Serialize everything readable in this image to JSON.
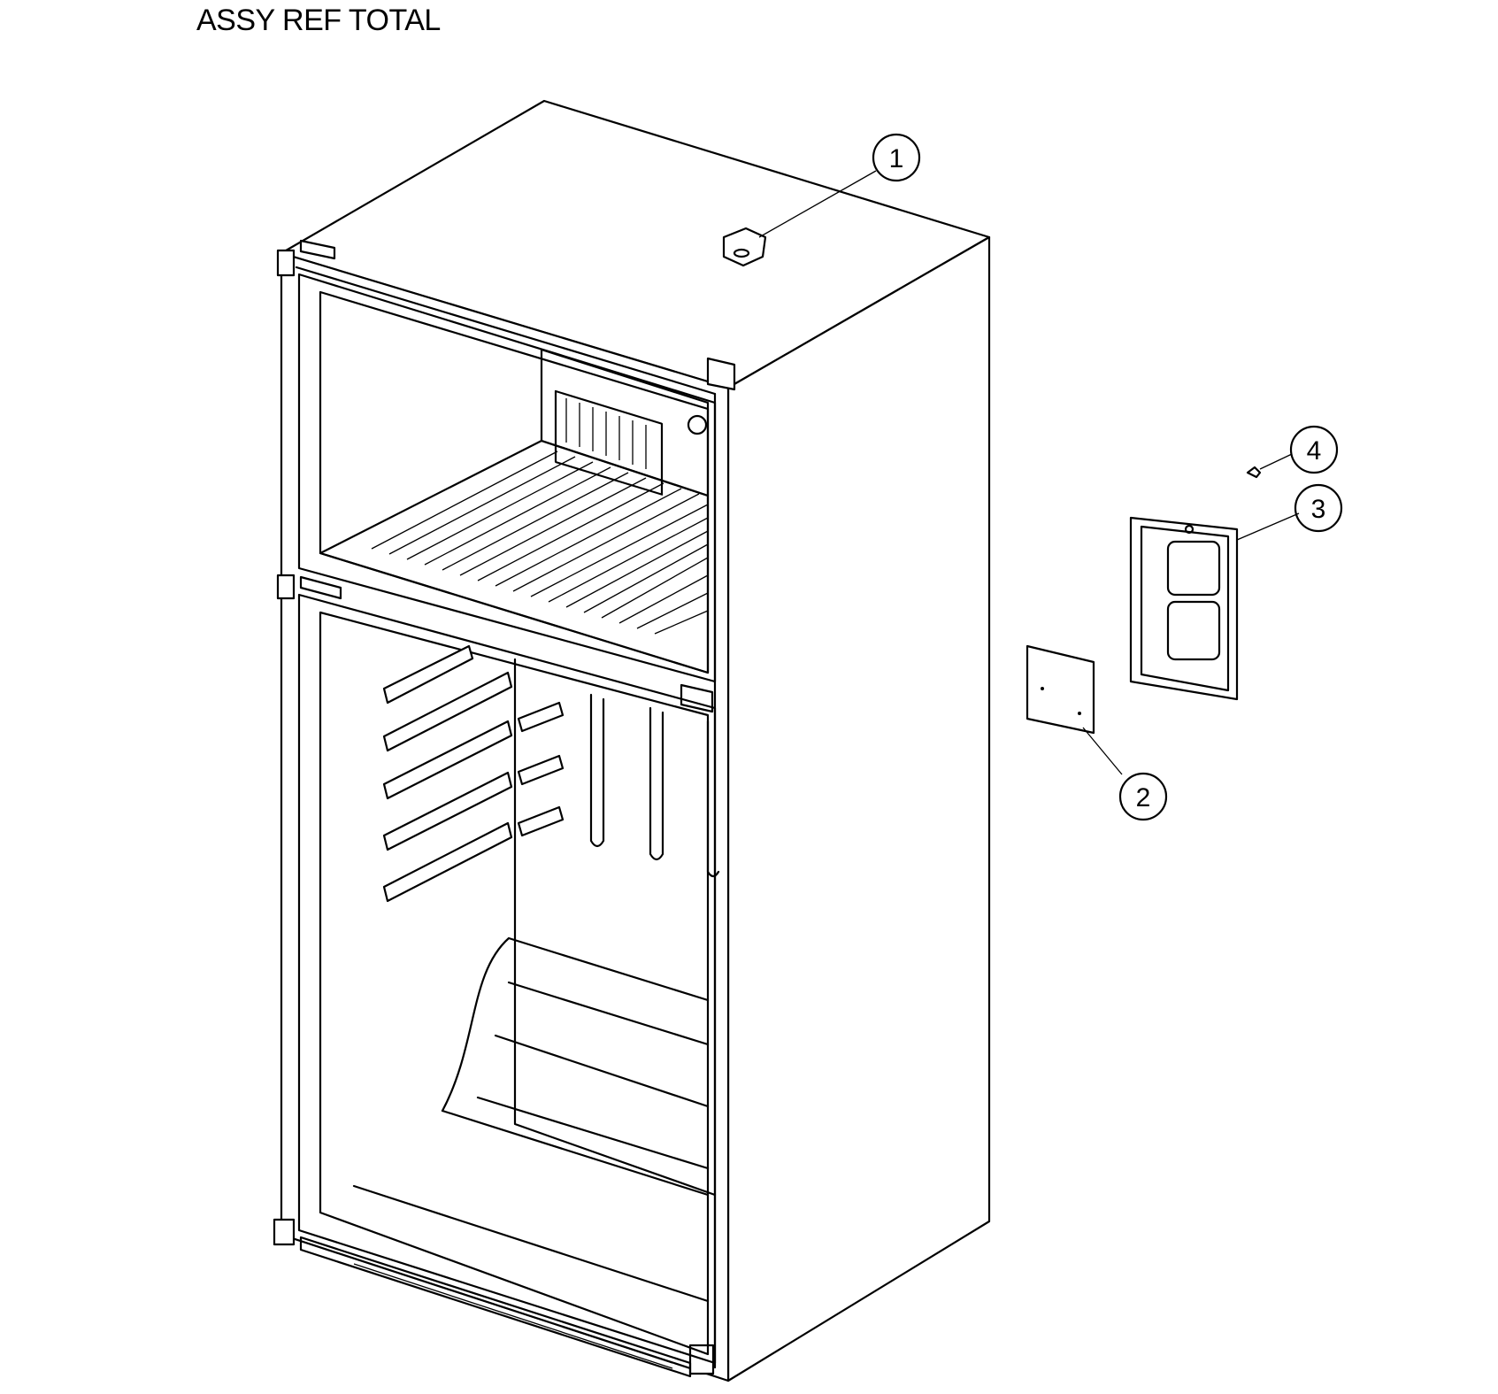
{
  "title": "ASSY REF TOTAL",
  "callouts": [
    {
      "label": "1",
      "part": "top-cap"
    },
    {
      "label": "2",
      "part": "cover-plate"
    },
    {
      "label": "3",
      "part": "frame-panel"
    },
    {
      "label": "4",
      "part": "screw"
    }
  ]
}
